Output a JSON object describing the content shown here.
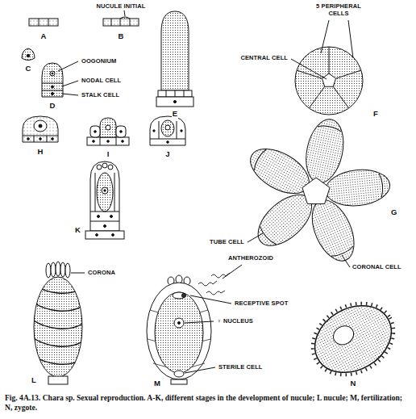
{
  "diagram": {
    "caption": "Fig. 4A.13. Chara sp. Sexual reproduction. A-K, different stages in the development of nucule; L nucule; M, fertilization; N, zygote.",
    "labels": [
      "NUCULE INITIAL",
      "5 PERIPHERAL CELLS",
      "A",
      "B",
      "C",
      "OOGONIUM",
      "CENTRAL CELL",
      "NODAL CELL",
      "STALK CELL",
      "D",
      "E",
      "F",
      "H",
      "I",
      "J",
      "G",
      "K",
      "TUBE CELL",
      "ANTHEROZOID",
      "CORONAL CELL",
      "CORONA",
      "RECEPTIVE SPOT",
      "♀ NUCLEUS",
      "STERILE CELL",
      "L",
      "M",
      "N"
    ]
  }
}
